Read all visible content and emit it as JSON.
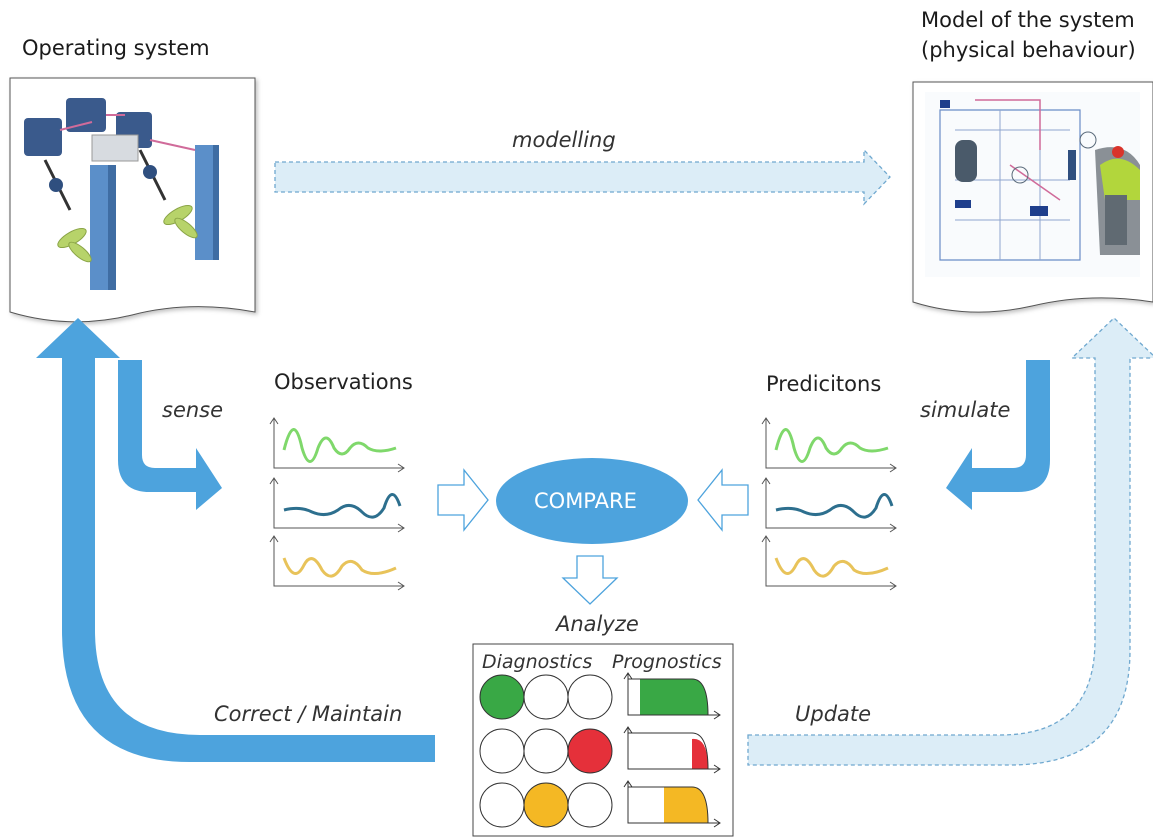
{
  "labels": {
    "operating_system": "Operating system",
    "model_title_line1": "Model of the system",
    "model_title_line2": "(physical behaviour)",
    "modelling": "modelling",
    "sense": "sense",
    "simulate": "simulate",
    "observations": "Observations",
    "predictions": "Predicitons",
    "compare": "COMPARE",
    "analyze": "Analyze",
    "diagnostics": "Diagnostics",
    "prognostics": "Prognostics",
    "correct_maintain": "Correct / Maintain",
    "update": "Update"
  },
  "colors": {
    "solid_arrow": "#4da3dd",
    "dashed_arrow_fill": "#dcedf7",
    "dashed_arrow_stroke": "#6fa8cf",
    "compare_fill": "#4da3dd",
    "green_signal": "#7fd86b",
    "blue_signal": "#2d6f8e",
    "yellow_signal": "#e8c35a",
    "status_green": "#39a845",
    "status_red": "#e5303a",
    "status_yellow": "#f4b824"
  },
  "diagnostics": [
    {
      "active_index": 0,
      "color": "#39a845"
    },
    {
      "active_index": 2,
      "color": "#e5303a"
    },
    {
      "active_index": 1,
      "color": "#f4b824"
    }
  ],
  "prognostics": [
    {
      "remaining_fraction": 0.85,
      "color": "#39a845"
    },
    {
      "remaining_fraction": 0.2,
      "color": "#e5303a"
    },
    {
      "remaining_fraction": 0.55,
      "color": "#f4b824"
    }
  ],
  "icons": {
    "operating_system_image": "ship-propulsion-system-icon",
    "model_image": "system-schematic-icon"
  }
}
